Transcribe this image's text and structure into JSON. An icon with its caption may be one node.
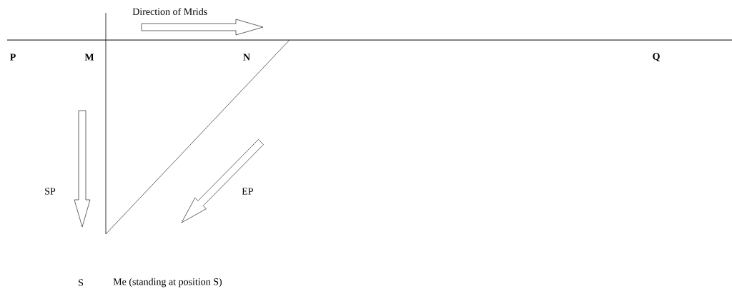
{
  "diagram": {
    "labels": [
      "Direction of Mrids",
      "P",
      "M",
      "N",
      "Q",
      "SP",
      "EP",
      "S",
      "Me (standing at position S)"
    ]
  }
}
